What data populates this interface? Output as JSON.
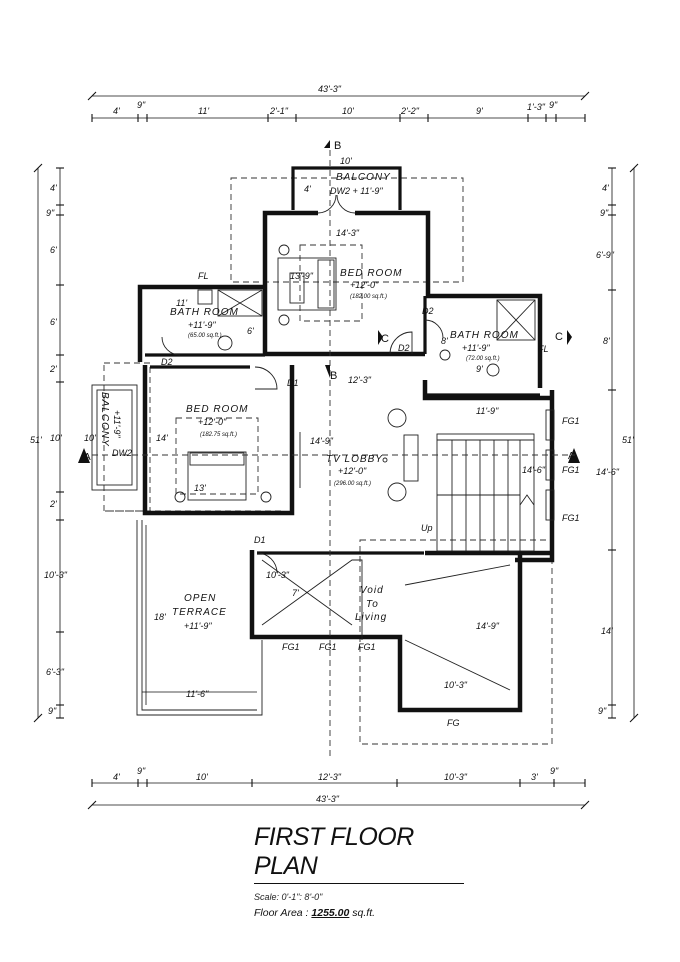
{
  "title": "FIRST FLOOR PLAN",
  "scale": "Scale: 0'-1\": 8'-0\"",
  "floor_area": {
    "label": "Floor Area :",
    "value": "1255.00",
    "unit": "sq.ft."
  },
  "overall_dims": {
    "top": "43'-3\"",
    "bottom": "43'-3\"",
    "left": "51'",
    "right": "51'"
  },
  "top_dims": [
    "4'",
    "9\"",
    "11'",
    "2'-1\"",
    "10'",
    "2'-2\"",
    "9'",
    "1'-3\"",
    "9\""
  ],
  "bottom_dims": [
    "4'",
    "9\"",
    "10'",
    "12'-3\"",
    "10'-3\"",
    "3'",
    "9\""
  ],
  "left_dims": [
    "4'",
    "9\"",
    "6'",
    "6'",
    "2'",
    "10'",
    "2'",
    "10'-3\"",
    "6'-3\"",
    "9\""
  ],
  "right_dims": [
    "4'",
    "9\"",
    "6'-9\"",
    "8'",
    "14'-6\"",
    "14'",
    "9\""
  ],
  "rooms": {
    "balcony_top": {
      "name": "BALCONY",
      "level": "DW2 + 11'-9\"",
      "width": "10'",
      "dim": "4'"
    },
    "bedroom_1": {
      "name": "BED ROOM",
      "level": "+12'-0\"",
      "area": "(182.00 sq.ft.)",
      "width": "14'-3\"",
      "depth": "13'-9\""
    },
    "bathroom_1": {
      "name": "BATH ROOM",
      "level": "+11'-9\"",
      "area": "(65.00 sq.ft.)",
      "width": "11'",
      "depth": "6'"
    },
    "bathroom_2": {
      "name": "BATH ROOM",
      "level": "+11'-9\"",
      "area": "(72.00 sq.ft.)",
      "width": "8'",
      "depth": "9'"
    },
    "bedroom_2": {
      "name": "BED ROOM",
      "level": "+12'-0\"",
      "area": "(182.75 sq.ft.)",
      "width": "13'",
      "depth": "14'"
    },
    "balcony_left": {
      "name": "BALCONY",
      "level": "+11'-9\"",
      "dim": "10'",
      "door": "DW2"
    },
    "tv_lobby": {
      "name": "TV LOBBY",
      "level": "+12'-0\"",
      "area": "(296.00 sq.ft.)",
      "width": "12'-3\"",
      "depth": "14'-9\""
    },
    "open_terrace": {
      "name": "OPEN",
      "name2": "TERRACE",
      "level": "+11'-9\"",
      "width": "11'-6\"",
      "depth": "18'"
    },
    "void": {
      "line1": "Void",
      "line2": "To",
      "line3": "Living",
      "width": "10'-3\"",
      "d1": "7'",
      "d2": "14'-9\""
    },
    "stair": {
      "width": "11'-9\"",
      "depth": "14'-6\""
    },
    "lower_hall": {
      "width": "10'-3\"",
      "dim": "10'-3\""
    }
  },
  "tags": {
    "fl1": "FL",
    "fl2": "FL",
    "d2a": "D2",
    "d2b": "D2",
    "d2c": "D2",
    "d1a": "D1",
    "d1b": "D1",
    "fg1": "FG1",
    "fg2": "FG1",
    "fg3": "FG1",
    "fg4": "FG1",
    "fg5": "FG1",
    "fg6": "FG1",
    "fg_bottom": "FG",
    "up": "Up",
    "bed_dim": "6'"
  },
  "sections": {
    "b": "B",
    "c": "C",
    "a": "A"
  }
}
